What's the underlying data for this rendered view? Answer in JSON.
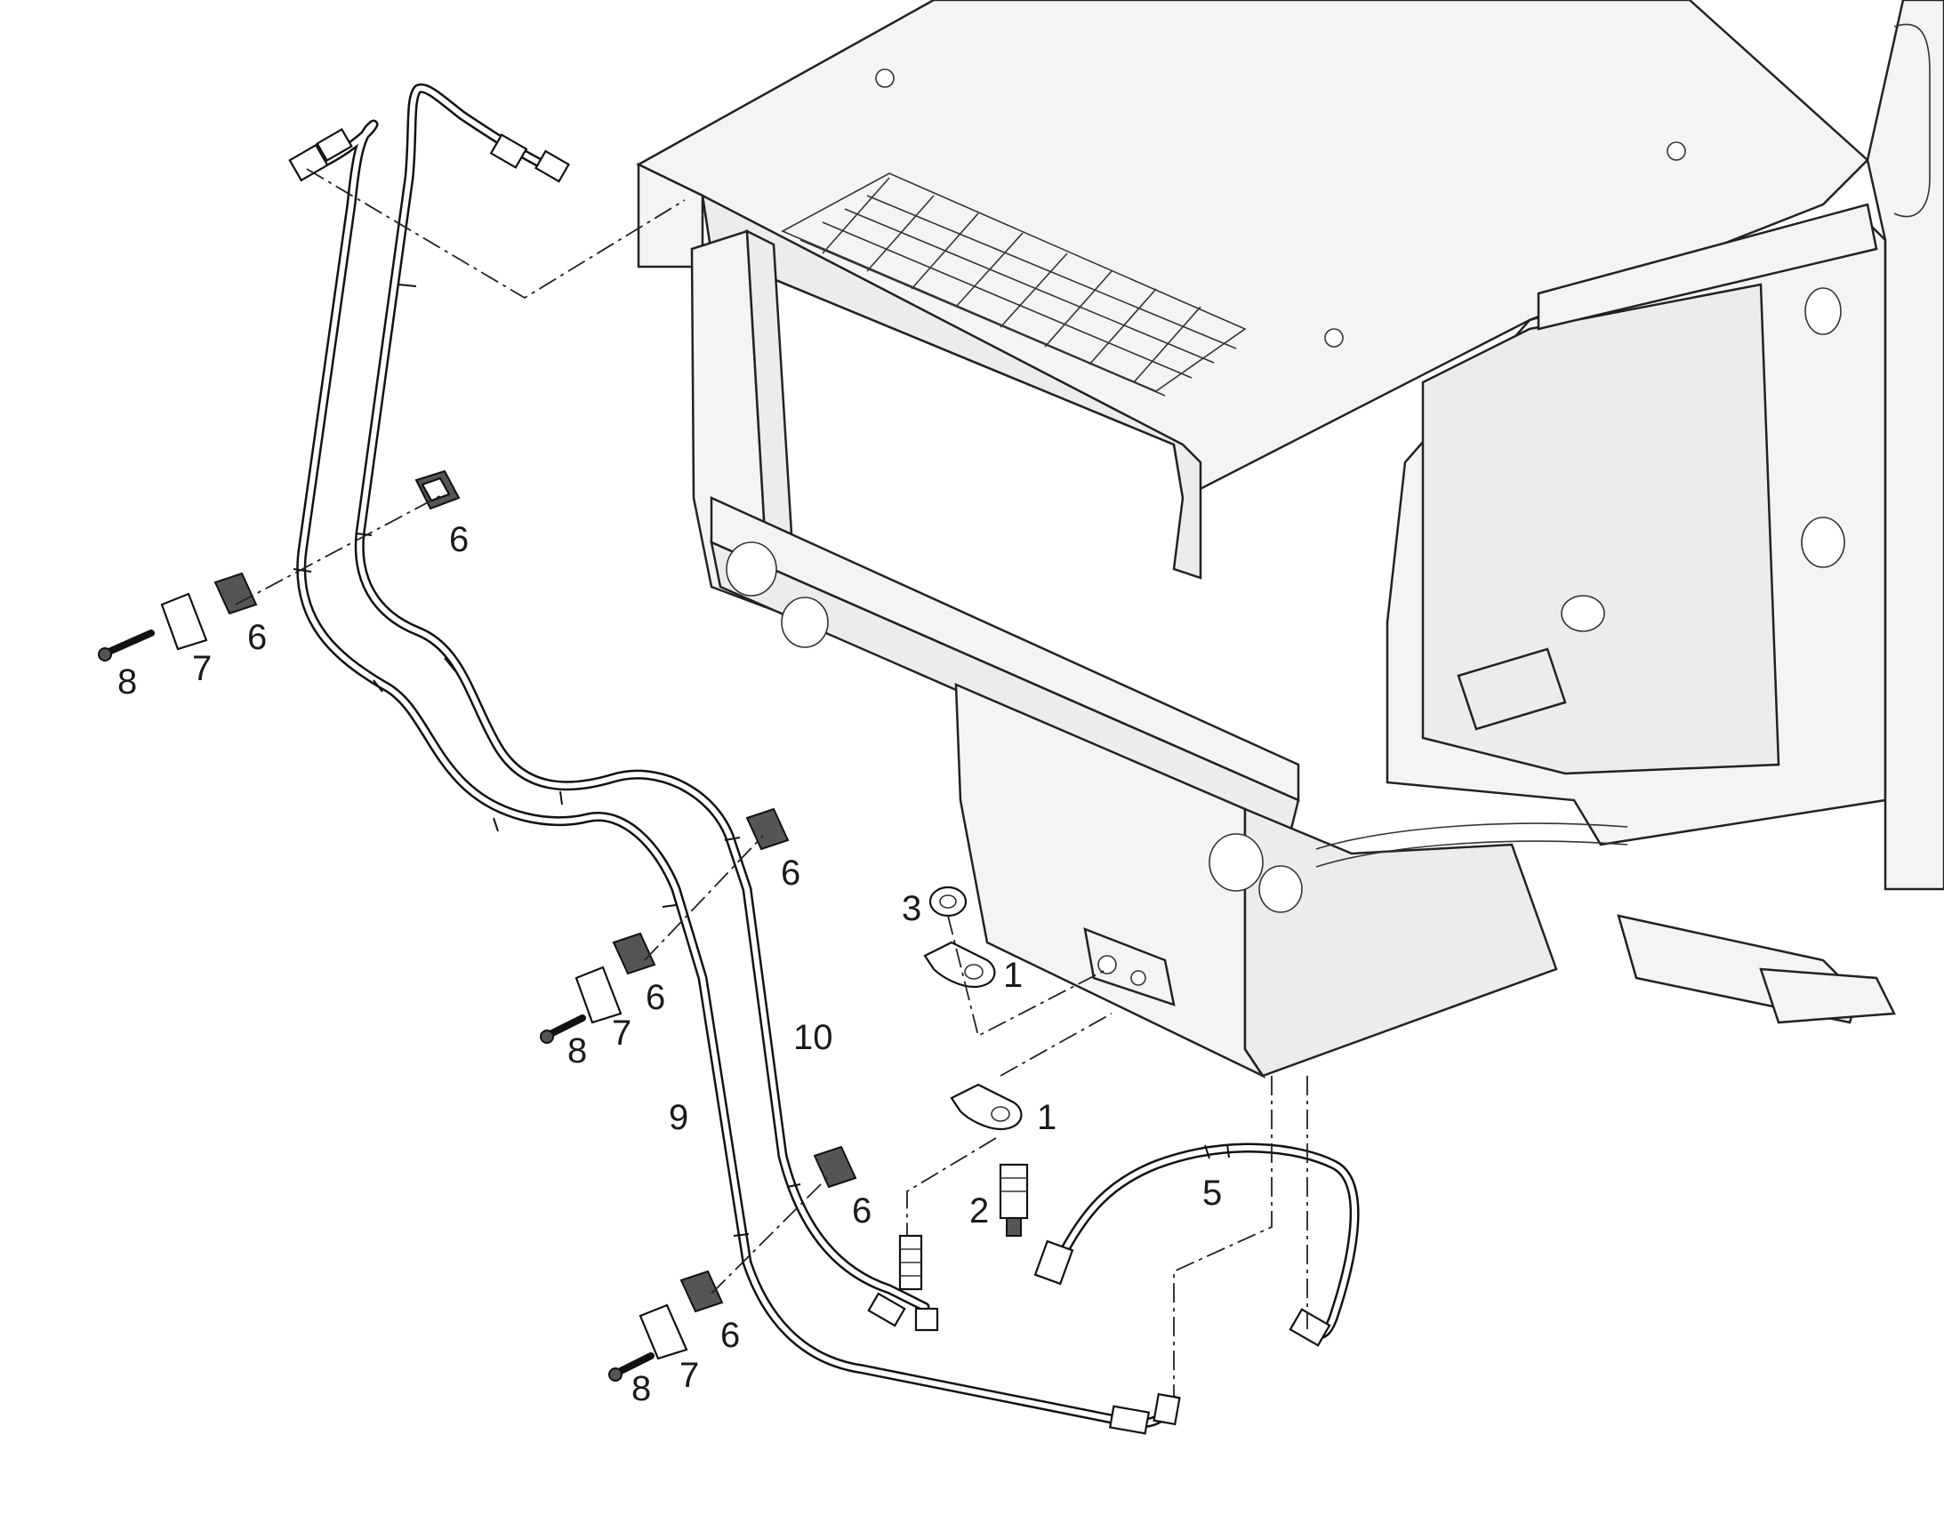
{
  "callouts": [
    {
      "id": "c-6a",
      "text": "6"
    },
    {
      "id": "c-6b",
      "text": "6"
    },
    {
      "id": "c-7a",
      "text": "7"
    },
    {
      "id": "c-8a",
      "text": "8"
    },
    {
      "id": "c-6c",
      "text": "6"
    },
    {
      "id": "c-6d",
      "text": "6"
    },
    {
      "id": "c-7b",
      "text": "7"
    },
    {
      "id": "c-8b",
      "text": "8"
    },
    {
      "id": "c-10",
      "text": "10"
    },
    {
      "id": "c-9",
      "text": "9"
    },
    {
      "id": "c-3",
      "text": "3"
    },
    {
      "id": "c-1a",
      "text": "1"
    },
    {
      "id": "c-1b",
      "text": "1"
    },
    {
      "id": "c-2",
      "text": "2"
    },
    {
      "id": "c-5",
      "text": "5"
    },
    {
      "id": "c-6e",
      "text": "6"
    },
    {
      "id": "c-6f",
      "text": "6"
    },
    {
      "id": "c-7c",
      "text": "7"
    },
    {
      "id": "c-8c",
      "text": "8"
    }
  ],
  "colors": {
    "line": "#111111",
    "fill": "#f4f4f4",
    "background": "#ffffff"
  }
}
